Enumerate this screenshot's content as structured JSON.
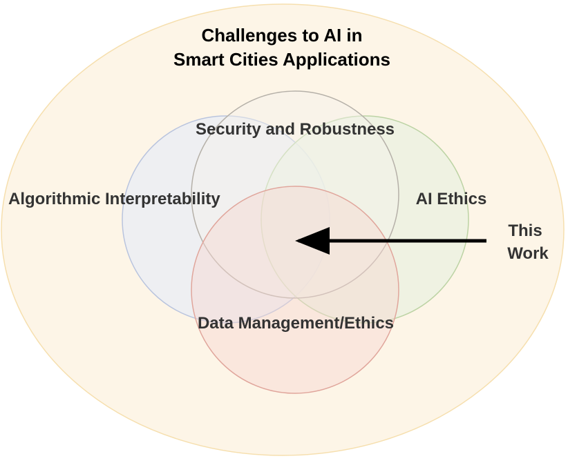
{
  "title_line1": "Challenges to AI in",
  "title_line2": "Smart Cities Applications",
  "circles": {
    "security": "Security and Robustness",
    "interpretability": "Algorithmic Interpretability",
    "ethics": "AI Ethics",
    "data": "Data Management/Ethics"
  },
  "pointer": {
    "line1": "This",
    "line2": "Work"
  },
  "colors": {
    "outer_fill": "#fdf5e7",
    "outer_stroke": "#f6dfae",
    "interpretability_fill": "#e8ecf5",
    "interpretability_stroke": "#b9c4de",
    "ethics_fill": "#e9f0e0",
    "ethics_stroke": "#bcd3a4",
    "security_stroke": "#b5b0a8",
    "data_fill": "#f7d6d0",
    "data_stroke": "#e0a59b",
    "arrow": "#000000"
  }
}
